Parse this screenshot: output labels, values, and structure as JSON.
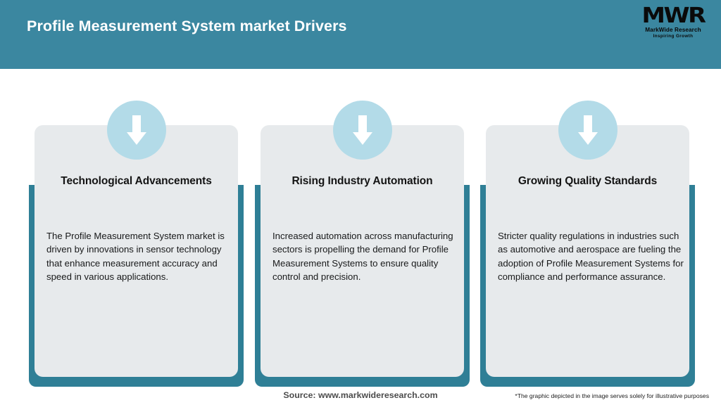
{
  "header": {
    "title": "Profile Measurement System market Drivers",
    "background_color": "#3b87a0",
    "title_color": "#ffffff",
    "logo": {
      "mark": "MWR",
      "name": "MarkWide Research",
      "tagline": "Inspiring Growth"
    }
  },
  "theme": {
    "accent_teal": "#2f7f96",
    "card_background": "#e7eaec",
    "icon_circle": "#b3dbe8",
    "icon_arrow": "#ffffff",
    "title_color": "#141414",
    "body_color": "#18191a"
  },
  "cards": [
    {
      "icon": "arrow-down-icon",
      "title": "Technological Advancements",
      "text": "The Profile Measurement System market is driven by innovations in sensor technology that enhance measurement accuracy and speed in various applications."
    },
    {
      "icon": "arrow-down-icon",
      "title": "Rising Industry Automation",
      "text": "Increased automation across manufacturing sectors is propelling the demand for Profile Measurement Systems to ensure quality control and precision."
    },
    {
      "icon": "arrow-down-icon",
      "title": "Growing Quality Standards",
      "text": "Stricter quality regulations in industries such as automotive and aerospace are fueling the adoption of Profile Measurement Systems for compliance and performance assurance."
    }
  ],
  "footer": {
    "source": "Source: www.markwideresearch.com",
    "disclaimer": "*The graphic depicted in the image serves solely for illustrative purposes"
  }
}
